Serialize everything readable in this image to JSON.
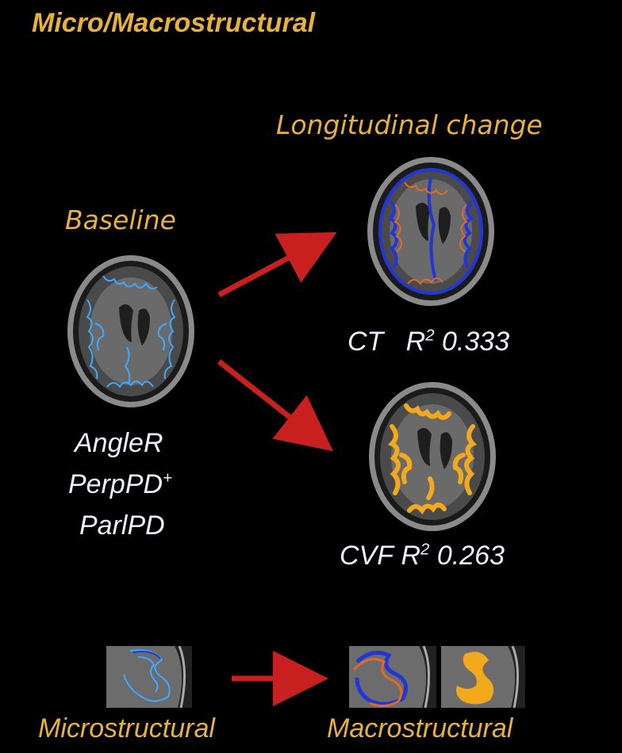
{
  "title": "Micro/Macrostructural",
  "labels": {
    "baseline": "Baseline",
    "longitudinal": "Longitudinal change",
    "baseline_measures": [
      "AngleR",
      "PerpPD",
      "ParlPD"
    ],
    "perp_sup": "+",
    "ct_label": "CT",
    "ct_r2_prefix": "R",
    "ct_r2_sup": "2",
    "ct_r2_value": "0.333",
    "cvf_label": "CVF",
    "cvf_r2_prefix": "R",
    "cvf_r2_sup": "2",
    "cvf_r2_value": "0.263",
    "micro": "Microstructural",
    "macro": "Macrostructural"
  },
  "colors": {
    "title": "#e8b23a",
    "arrow": "#c8201e",
    "micro_outline": "#3fa8ff",
    "ct_blue": "#2236d8",
    "ct_orange": "#e06a2a",
    "cvf_fill": "#f3a91c"
  }
}
